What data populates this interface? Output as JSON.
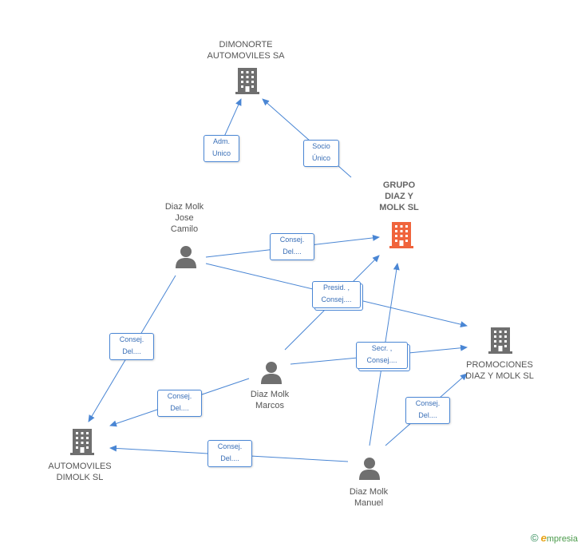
{
  "nodes": {
    "dimonorte": {
      "lines": [
        "DIMONORTE",
        "AUTOMOVILES SA"
      ],
      "kind": "company",
      "color": "#6f6f6f"
    },
    "grupo": {
      "lines": [
        "GRUPO",
        "DIAZ Y",
        "MOLK SL"
      ],
      "kind": "company",
      "color": "#f0643c",
      "highlight": true
    },
    "promociones": {
      "lines": [
        "PROMOCIONES",
        "DIAZ Y MOLK SL"
      ],
      "kind": "company",
      "color": "#6f6f6f"
    },
    "automoviles": {
      "lines": [
        "AUTOMOVILES",
        "DIMOLK SL"
      ],
      "kind": "company",
      "color": "#6f6f6f"
    },
    "jose": {
      "lines": [
        "Diaz Molk",
        "Jose",
        "Camilo"
      ],
      "kind": "person",
      "color": "#6f6f6f"
    },
    "marcos": {
      "lines": [
        "Diaz Molk",
        "Marcos"
      ],
      "kind": "person",
      "color": "#6f6f6f"
    },
    "manuel": {
      "lines": [
        "Diaz Molk",
        "Manuel"
      ],
      "kind": "person",
      "color": "#6f6f6f"
    }
  },
  "edge_labels": {
    "adm_unico": [
      "Adm.",
      "Unico"
    ],
    "socio_unico": [
      "Socio",
      "Único"
    ],
    "jose_grupo": [
      "Consej.",
      "Del...."
    ],
    "presid": [
      "Presid. ,",
      "Consej...."
    ],
    "jose_auto": [
      "Consej.",
      "Del...."
    ],
    "marcos_auto": [
      "Consej.",
      "Del...."
    ],
    "secr": [
      "Secr. ,",
      "Consej...."
    ],
    "manuel_promo": [
      "Consej.",
      "Del...."
    ],
    "manuel_auto": [
      "Consej.",
      "Del...."
    ]
  },
  "colors": {
    "edge": "#4a86d4",
    "edge_text": "#3a6fb7"
  },
  "watermark": {
    "copyright": "©",
    "brand_initial": "e",
    "brand_rest": "mpresia"
  }
}
